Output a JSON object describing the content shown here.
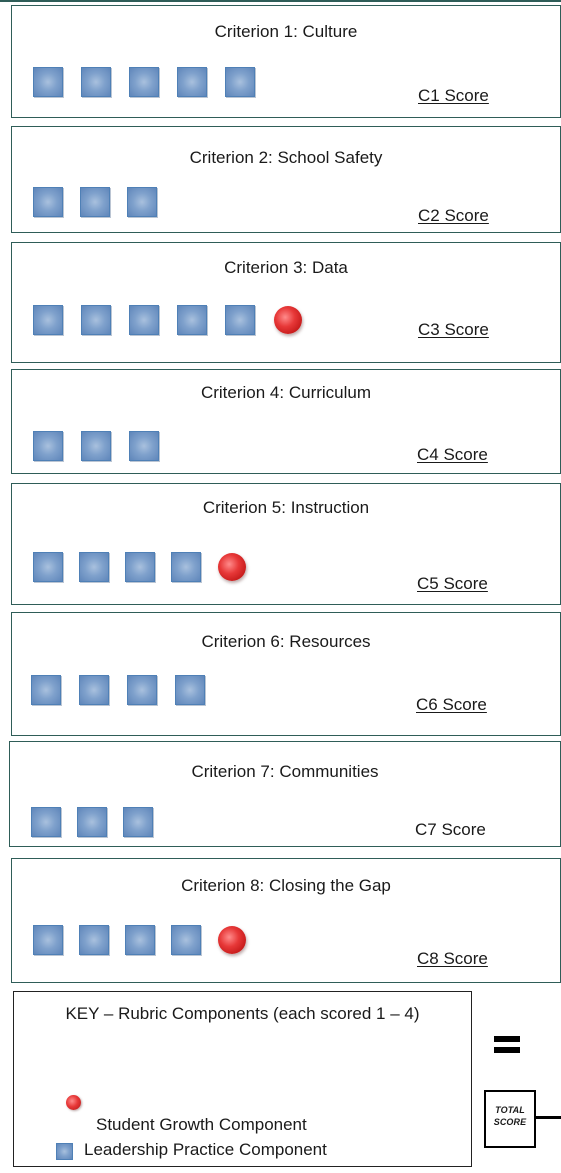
{
  "criteria": [
    {
      "title": "Criterion 1: Culture",
      "score_label": "C1 Score",
      "score_underlined": true,
      "components": [
        "leadership-practice",
        "leadership-practice",
        "leadership-practice",
        "leadership-practice",
        "leadership-practice"
      ]
    },
    {
      "title": "Criterion 2: School Safety",
      "score_label": "C2 Score",
      "score_underlined": true,
      "components": [
        "leadership-practice",
        "leadership-practice",
        "leadership-practice"
      ]
    },
    {
      "title": "Criterion 3: Data",
      "score_label": "C3 Score",
      "score_underlined": true,
      "components": [
        "leadership-practice",
        "leadership-practice",
        "leadership-practice",
        "leadership-practice",
        "leadership-practice",
        "student-growth"
      ]
    },
    {
      "title": "Criterion 4: Curriculum",
      "score_label": "C4 Score",
      "score_underlined": true,
      "components": [
        "leadership-practice",
        "leadership-practice",
        "leadership-practice"
      ]
    },
    {
      "title": "Criterion 5: Instruction",
      "score_label": "C5 Score",
      "score_underlined": true,
      "components": [
        "leadership-practice",
        "leadership-practice",
        "leadership-practice",
        "leadership-practice",
        "student-growth"
      ]
    },
    {
      "title": "Criterion 6: Resources",
      "score_label": "C6 Score",
      "score_underlined": true,
      "components": [
        "leadership-practice",
        "leadership-practice",
        "leadership-practice",
        "leadership-practice"
      ]
    },
    {
      "title": "Criterion 7: Communities",
      "score_label": "C7 Score",
      "score_underlined": false,
      "components": [
        "leadership-practice",
        "leadership-practice",
        "leadership-practice"
      ]
    },
    {
      "title": "Criterion 8: Closing the Gap",
      "score_label": "C8 Score",
      "score_underlined": true,
      "components": [
        "leadership-practice",
        "leadership-practice",
        "leadership-practice",
        "leadership-practice",
        "student-growth"
      ]
    }
  ],
  "key": {
    "title": "KEY – Rubric Components (each scored 1 – 4)",
    "student_growth_label": "Student Growth Component",
    "leadership_practice_label": "Leadership Practice Component"
  },
  "total_score": {
    "label": "TOTAL\nSCORE"
  },
  "icons": {
    "student_growth": "red-dot-icon",
    "leadership_practice": "blue-square-icon",
    "equals": "equals-icon"
  },
  "colors": {
    "border": "#2f5d58",
    "square_fill": "#7fa1cc",
    "dot_fill": "#e73838"
  }
}
